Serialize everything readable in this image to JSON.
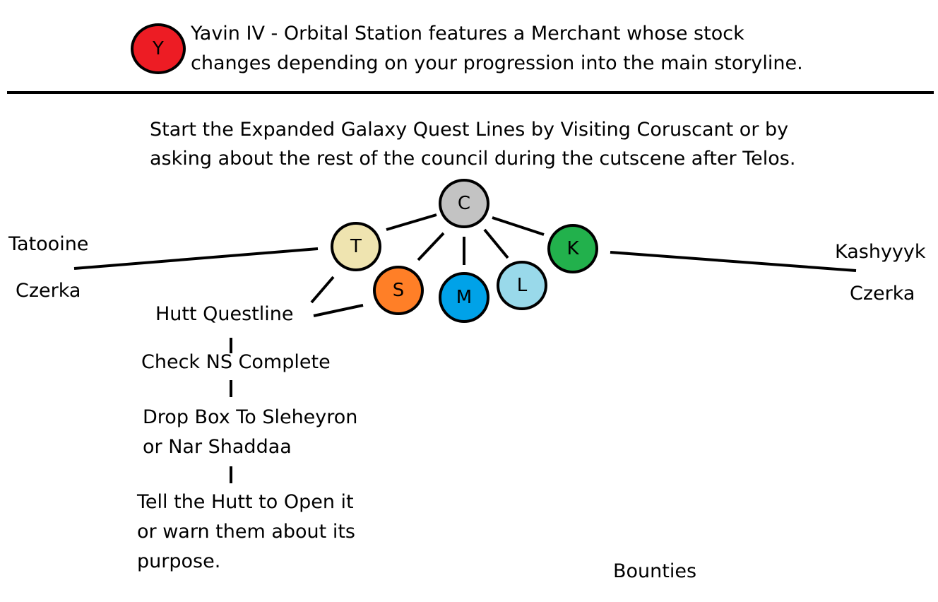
{
  "legend": {
    "node_letter": "Y",
    "node_color": "#ed1c24",
    "line1": "Yavin IV - Orbital Station features a Merchant whose stock",
    "line2": "changes depending on your progression into the main storyline."
  },
  "intro": {
    "line1": "Start the Expanded Galaxy Quest Lines by Visiting Coruscant or by",
    "line2": "asking about the rest of the council during the cutscene after Telos."
  },
  "nodes": {
    "c": {
      "label": "C",
      "color": "#c3c3c3"
    },
    "t": {
      "label": "T",
      "color": "#efe4b0"
    },
    "s": {
      "label": "S",
      "color": "#ff7f27"
    },
    "m": {
      "label": "M",
      "color": "#00a2e8"
    },
    "l": {
      "label": "L",
      "color": "#99d9ea"
    },
    "k": {
      "label": "K",
      "color": "#22b14c"
    }
  },
  "labels": {
    "tatooine": "Tatooine",
    "czerka_left": "Czerka",
    "kashyyyk": "Kashyyyk",
    "czerka_right": "Czerka",
    "bounties": "Bounties"
  },
  "hutt": {
    "title": "Hutt Questline",
    "step1": "Check NS Complete",
    "step2_line1": "Drop Box To Sleheyron",
    "step2_line2": "or Nar Shaddaa",
    "step3_line1": "Tell the Hutt to Open it",
    "step3_line2": "or warn them about its",
    "step3_line3": "purpose."
  }
}
